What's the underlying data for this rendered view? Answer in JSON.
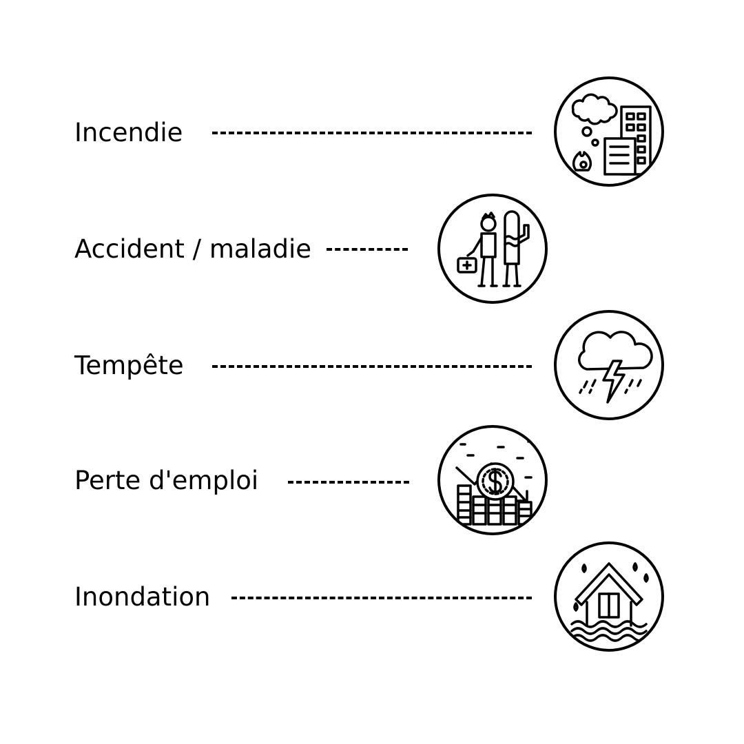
{
  "rows": [
    {
      "label": "Incendie",
      "icon": "building-fire-icon"
    },
    {
      "label": "Accident / maladie",
      "icon": "injured-people-icon"
    },
    {
      "label": "Tempête",
      "icon": "storm-cloud-icon"
    },
    {
      "label": "Perte d'emploi",
      "icon": "financial-loss-icon"
    },
    {
      "label": "Inondation",
      "icon": "flooded-house-icon"
    }
  ],
  "colors": {
    "stroke": "#000000",
    "background": "#ffffff"
  }
}
